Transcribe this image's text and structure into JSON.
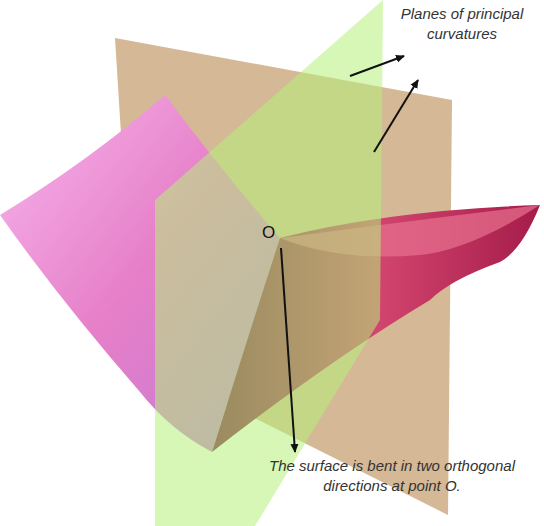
{
  "diagram": {
    "labels": [
      "Planes of principal curvatures",
      "O",
      "The surface is bent in two orthogonal directions at point O."
    ]
  }
}
